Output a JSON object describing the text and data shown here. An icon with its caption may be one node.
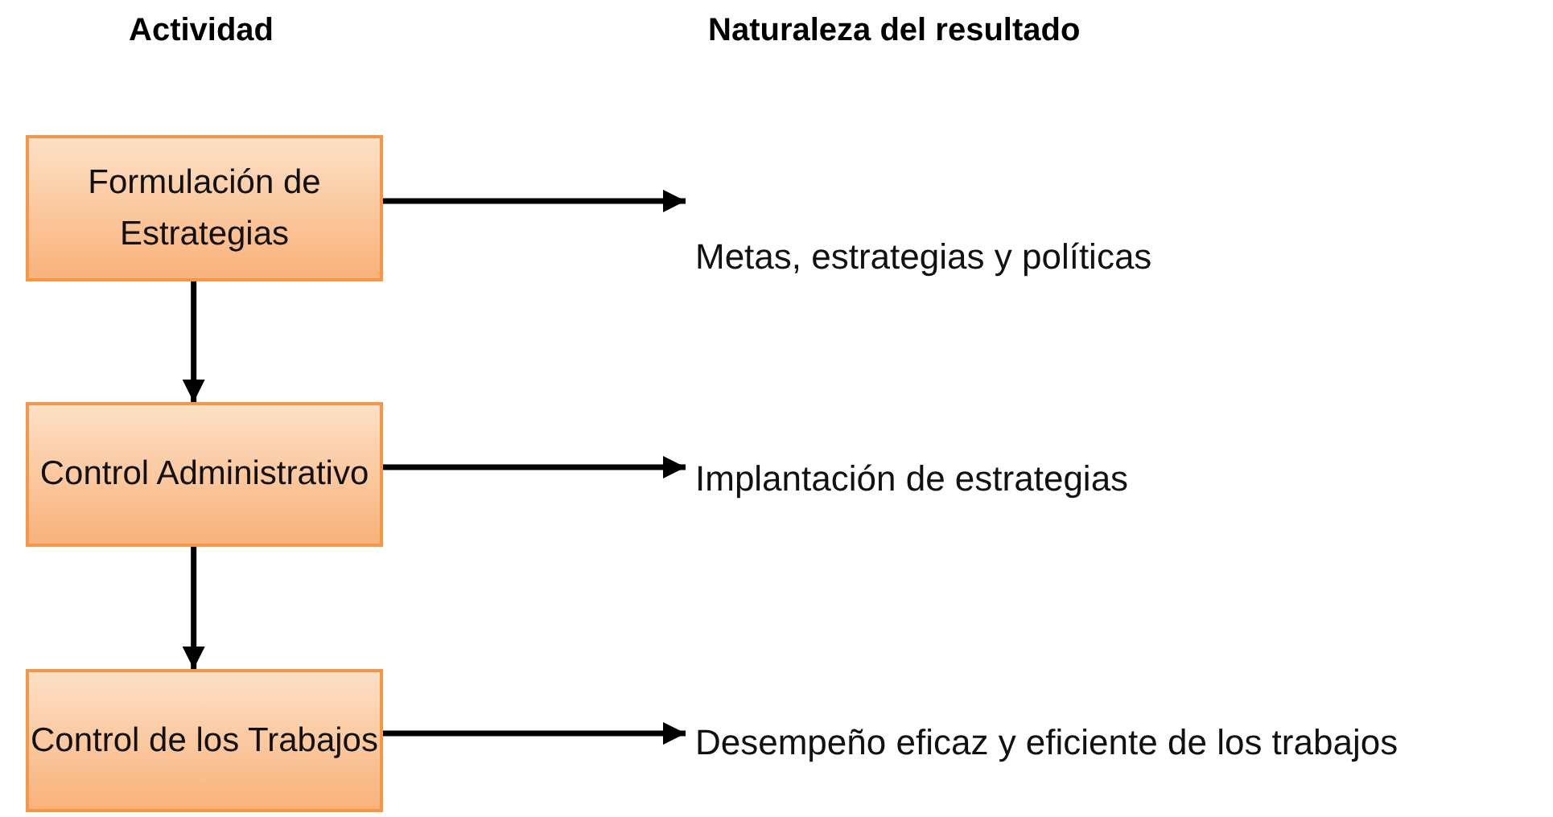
{
  "diagram": {
    "nodes": [
      {
        "text": [
          "Formulación de Estrategias"
        ]
      },
      {
        "text": [
          "Metas, estrategias y políticas"
        ]
      },
      {
        "text": [
          "Control Administrativo"
        ]
      },
      {
        "text": [
          "Implantación de estrategias"
        ]
      },
      {
        "text": [
          "Control de los Trabajos"
        ]
      },
      {
        "text": [
          "Desempeño eficaz y eficiente de los trabajos"
        ]
      }
    ],
    "edges": [
      {
        "from": 0,
        "to": 1,
        "arrow": "to"
      },
      {
        "from": 0,
        "to": 2,
        "arrow": "to"
      },
      {
        "from": 2,
        "to": 3,
        "arrow": "to"
      },
      {
        "from": 2,
        "to": 4,
        "arrow": "to"
      },
      {
        "from": 4,
        "to": 5,
        "arrow": "to"
      }
    ],
    "labels": [
      "Actividad",
      "Naturaleza del resultado"
    ]
  }
}
